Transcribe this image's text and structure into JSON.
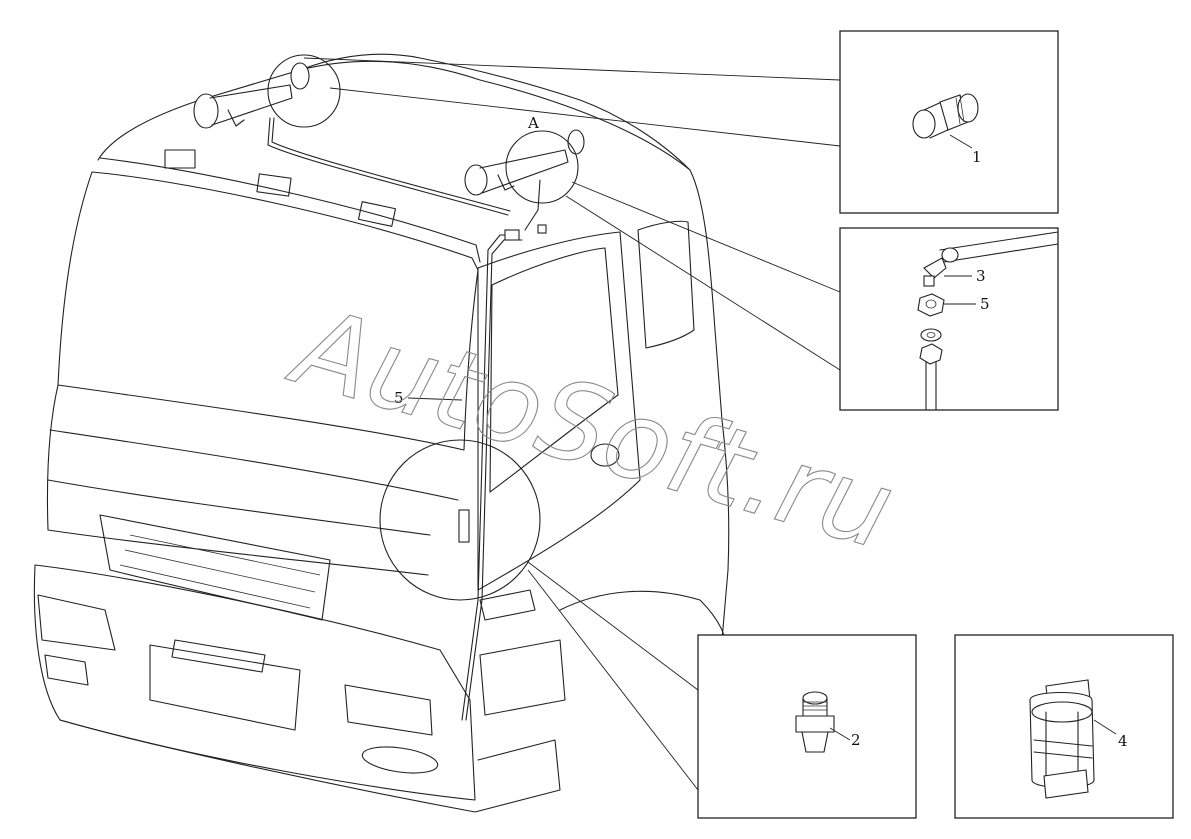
{
  "callouts": {
    "detail_a": "A",
    "part_1": "1",
    "part_2": "2",
    "part_3": "3",
    "part_4": "4",
    "part_5": "5",
    "part_5_door": "5"
  },
  "watermark": "AutoSoft.ru",
  "colors": {
    "line": "#222222",
    "background": "#ffffff",
    "watermark": "#8a8a8a"
  }
}
